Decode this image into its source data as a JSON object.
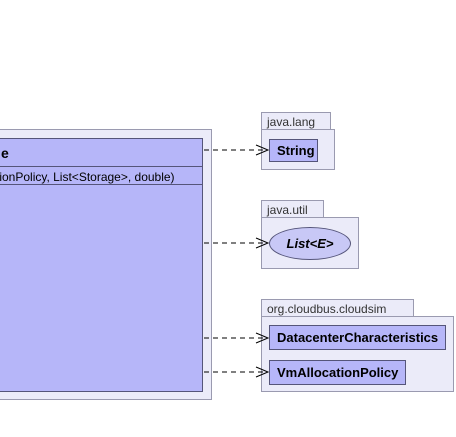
{
  "main_class": {
    "title_fragment": "e",
    "constructor_fragment": "tionPolicy, List<Storage>, double)"
  },
  "packages": [
    {
      "name": "java.lang",
      "classes": [
        {
          "label": "String",
          "kind": "class"
        }
      ]
    },
    {
      "name": "java.util",
      "classes": [
        {
          "label": "List<E>",
          "kind": "interface"
        }
      ]
    },
    {
      "name": "org.cloudbus.cloudsim",
      "classes": [
        {
          "label": "DatacenterCharacteristics",
          "kind": "class"
        },
        {
          "label": "VmAllocationPolicy",
          "kind": "class"
        }
      ]
    }
  ],
  "colors": {
    "class_fill": "#b6b6f9",
    "package_fill": "#ebebf9",
    "border": "#55557a",
    "dependency_line": "#000000"
  }
}
